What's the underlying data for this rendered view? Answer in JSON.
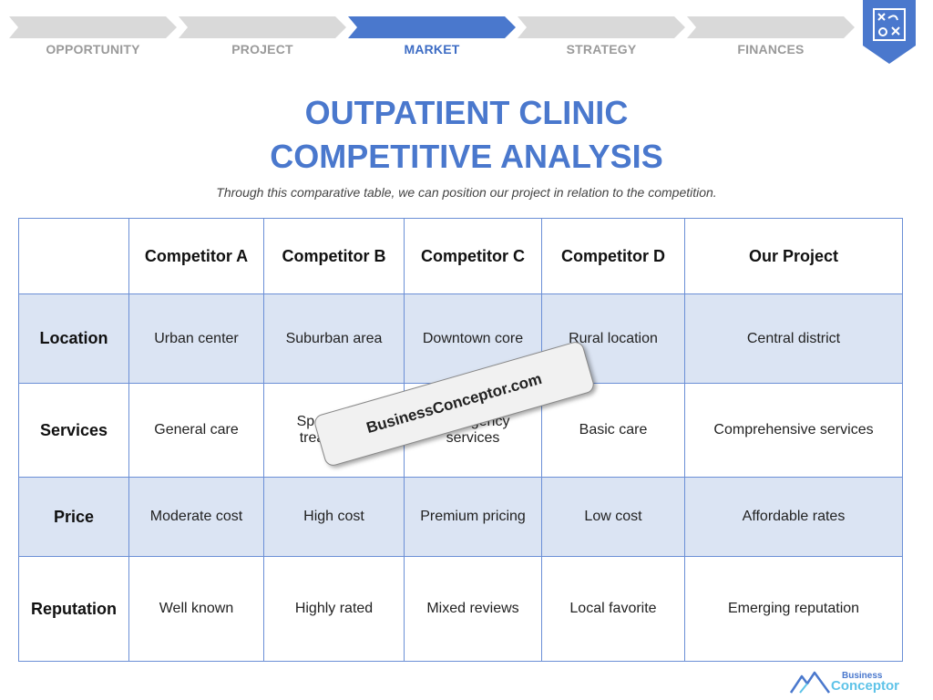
{
  "steps": [
    {
      "label": "OPPORTUNITY",
      "active": false
    },
    {
      "label": "PROJECT",
      "active": false
    },
    {
      "label": "MARKET",
      "active": true
    },
    {
      "label": "STRATEGY",
      "active": false
    },
    {
      "label": "FINANCES",
      "active": false
    }
  ],
  "colors": {
    "accent": "#4a78cd",
    "shade": "#dbe4f3",
    "border": "#6b8fd6",
    "inactive_step": "#d9d9d9"
  },
  "title_line1": "OUTPATIENT CLINIC",
  "title_line2": "COMPETITIVE ANALYSIS",
  "subtitle": "Through this comparative table, we can position our project in relation to the competition.",
  "table": {
    "headers": [
      "Competitor A",
      "Competitor B",
      "Competitor C",
      "Competitor D",
      "Our Project"
    ],
    "rows": [
      {
        "label": "Location",
        "cells": [
          "Urban center",
          "Suburban area",
          "Downtown core",
          "Rural location",
          "Central district"
        ]
      },
      {
        "label": "Services",
        "cells": [
          "General care",
          "Specialized treatments",
          "Emergency services",
          "Basic care",
          "Comprehensive services"
        ]
      },
      {
        "label": "Price",
        "cells": [
          "Moderate cost",
          "High cost",
          "Premium pricing",
          "Low cost",
          "Affordable rates"
        ]
      },
      {
        "label": "Reputation",
        "cells": [
          "Well known",
          "Highly rated",
          "Mixed reviews",
          "Local favorite",
          "Emerging reputation"
        ]
      }
    ]
  },
  "watermark": "BusinessConceptor.com",
  "logo": {
    "line1": "Business",
    "line2": "Conceptor"
  },
  "icons": {
    "corner": "puzzle-tactics-icon",
    "logo": "mountain-logo-icon"
  }
}
